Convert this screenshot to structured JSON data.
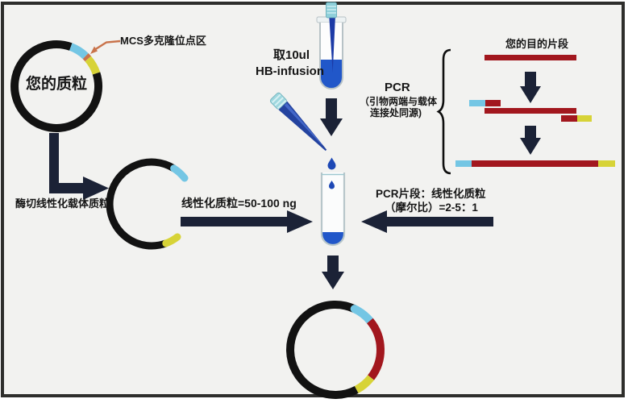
{
  "diagram": {
    "vector_section": {
      "plasmid_label": "您的质粒",
      "mcs_label": "MCS多克隆位点区",
      "digest_label": "酶切线性化载体质粒",
      "amount_label": "线性化质粒=50-100 ng"
    },
    "reagent_section": {
      "volume_label": "取10ul",
      "reagent_name": "HB-infusion"
    },
    "pcr_section": {
      "title": "PCR",
      "note_line1": "（引物两端与载体",
      "note_line2": "连接处同源)",
      "fragment_title": "您的目的片段"
    },
    "mix_section": {
      "ratio_line1": "PCR片段：线性化质粒",
      "ratio_line2": "（摩尔比）=2-5：1"
    }
  },
  "colors": {
    "background": "#f2f2f0",
    "frame": "#2e2e2c",
    "plasmid_black": "#121212",
    "arrow_navy": "#1b2236",
    "insert_cyan": "#74c6e4",
    "insert_yellow": "#d7d337",
    "fragment_red": "#a2171e",
    "pointer_orange": "#c9734b",
    "liquid_blue": "#2157c9"
  }
}
